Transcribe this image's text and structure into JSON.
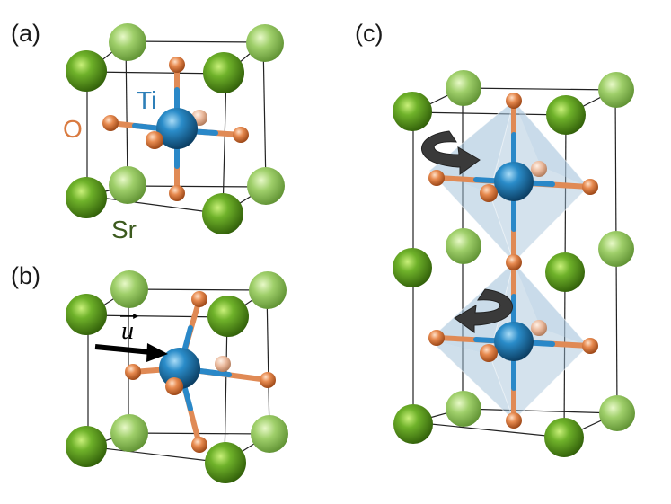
{
  "panels": {
    "a": "(a)",
    "b": "(b)",
    "c": "(c)"
  },
  "elements": {
    "ti": {
      "label": "Ti",
      "color": "#2e7fb8"
    },
    "o": {
      "label": "O",
      "color": "#d97a40"
    },
    "sr": {
      "label": "Sr",
      "color": "#3c5a1e"
    }
  },
  "displacement_vector": "u",
  "colors": {
    "sr_front": "#4f8a12",
    "sr_back": "#8cc05a",
    "ti": "#1f86c4",
    "o": "#e08a55",
    "bond_ti": "#2a88c8",
    "bond_o": "#e08a55",
    "octahedron": "#9fbfd8",
    "arrow": "#3a3a3a"
  }
}
